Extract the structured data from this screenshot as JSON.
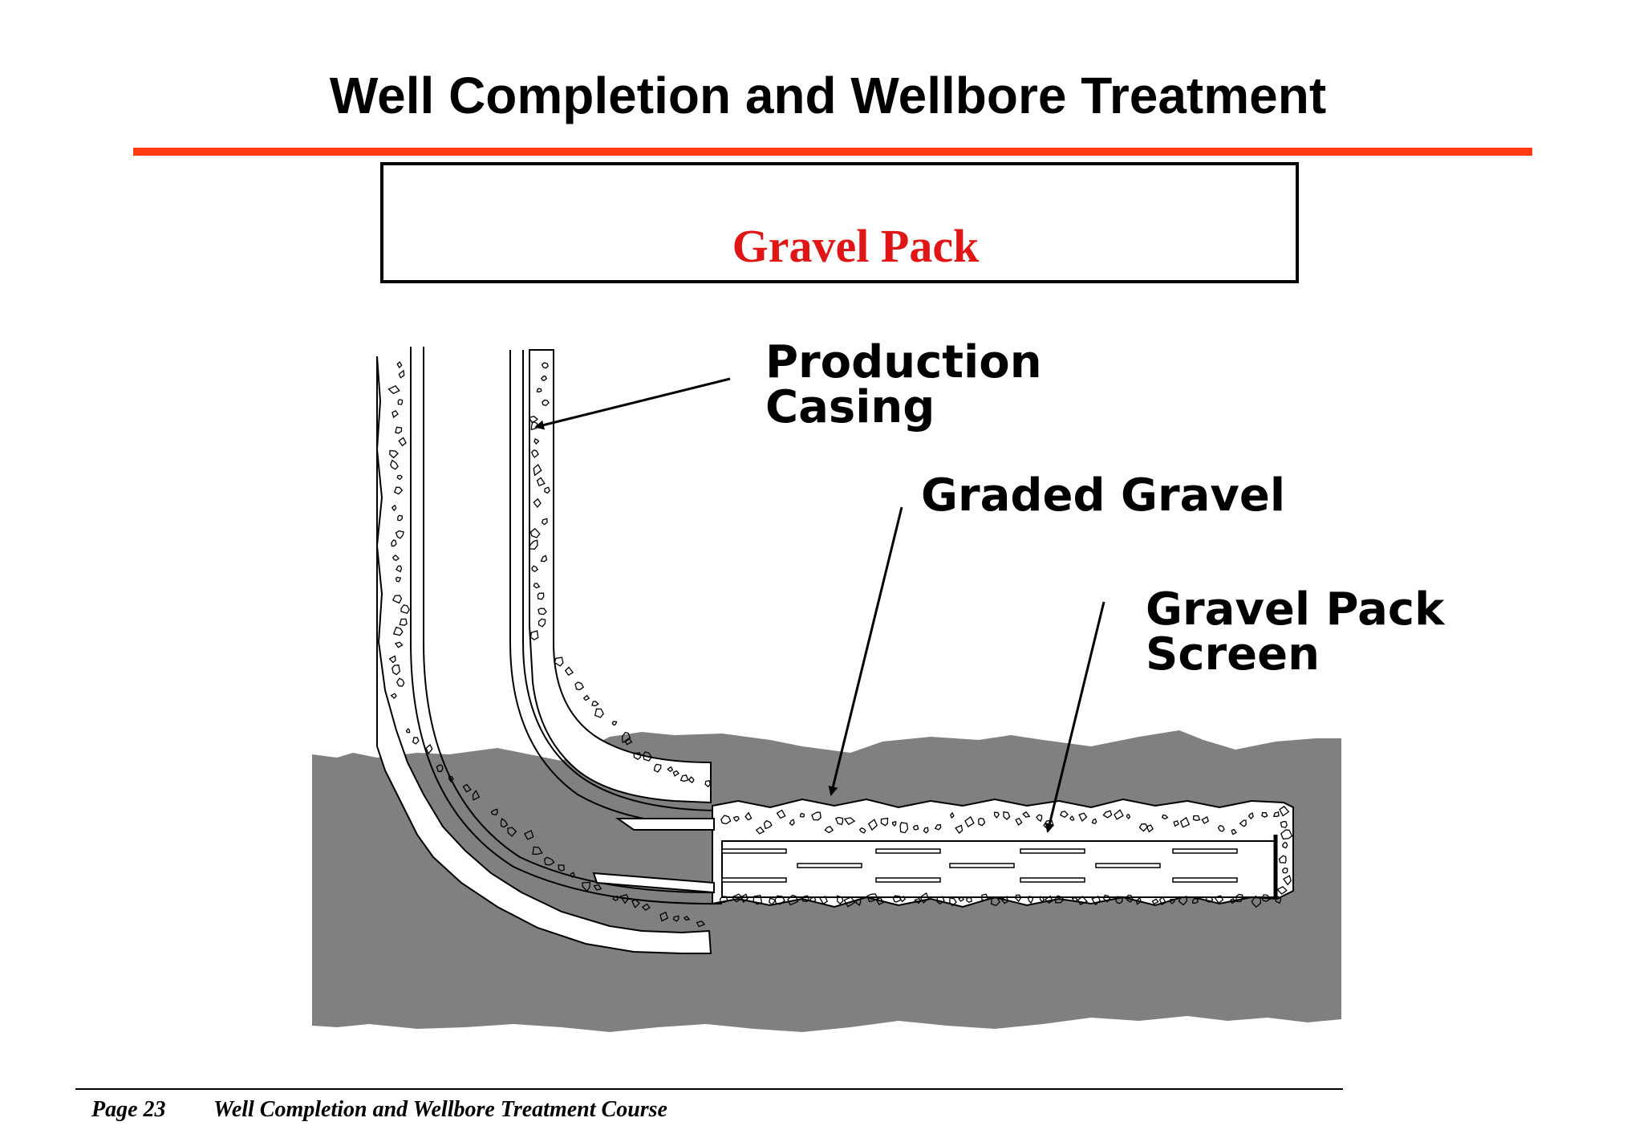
{
  "header": {
    "title": "Well Completion and Wellbore Treatment"
  },
  "section": {
    "title": "Gravel Pack"
  },
  "diagram": {
    "labels": {
      "production_casing": [
        "Production",
        "Casing"
      ],
      "graded_gravel": "Graded Gravel",
      "gravel_pack_screen": [
        "Gravel Pack",
        "Screen"
      ]
    }
  },
  "footer": {
    "page": "Page 23",
    "course": "Well Completion and Wellbore Treatment Course"
  },
  "colors": {
    "accent_rule": "#ff3b12",
    "section_title": "#e01616",
    "formation": "#808080"
  }
}
